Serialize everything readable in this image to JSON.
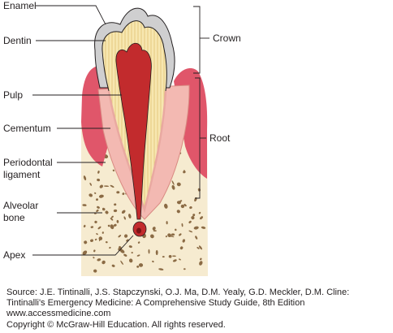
{
  "labels": {
    "enamel": "Enamel",
    "dentin": "Dentin",
    "pulp": "Pulp",
    "cementum": "Cementum",
    "periodontal_ligament_1": "Periodontal",
    "periodontal_ligament_2": "ligament",
    "alveolar_bone_1": "Alveolar",
    "alveolar_bone_2": "bone",
    "apex": "Apex",
    "crown": "Crown",
    "root": "Root"
  },
  "caption": {
    "line1": "Source: J.E. Tintinalli, J.S. Stapczynski, O.J. Ma, D.M. Yealy, G.D. Meckler, D.M. Cline:",
    "line2": "Tintinalli's Emergency Medicine: A Comprehensive Study Guide, 8th Edition",
    "line3": "www.accessmedicine.com",
    "line4": "Copyright © McGraw-Hill Education.  All rights reserved."
  },
  "colors": {
    "enamel": "#cfcfd0",
    "dentin": "#f7e7b0",
    "pulp": "#c22b2d",
    "gum": "#e0566a",
    "ligament": "#f3b9b2",
    "bone": "#f6ebd0",
    "bone_speckle": "#8b6b45",
    "line": "#231f20"
  }
}
